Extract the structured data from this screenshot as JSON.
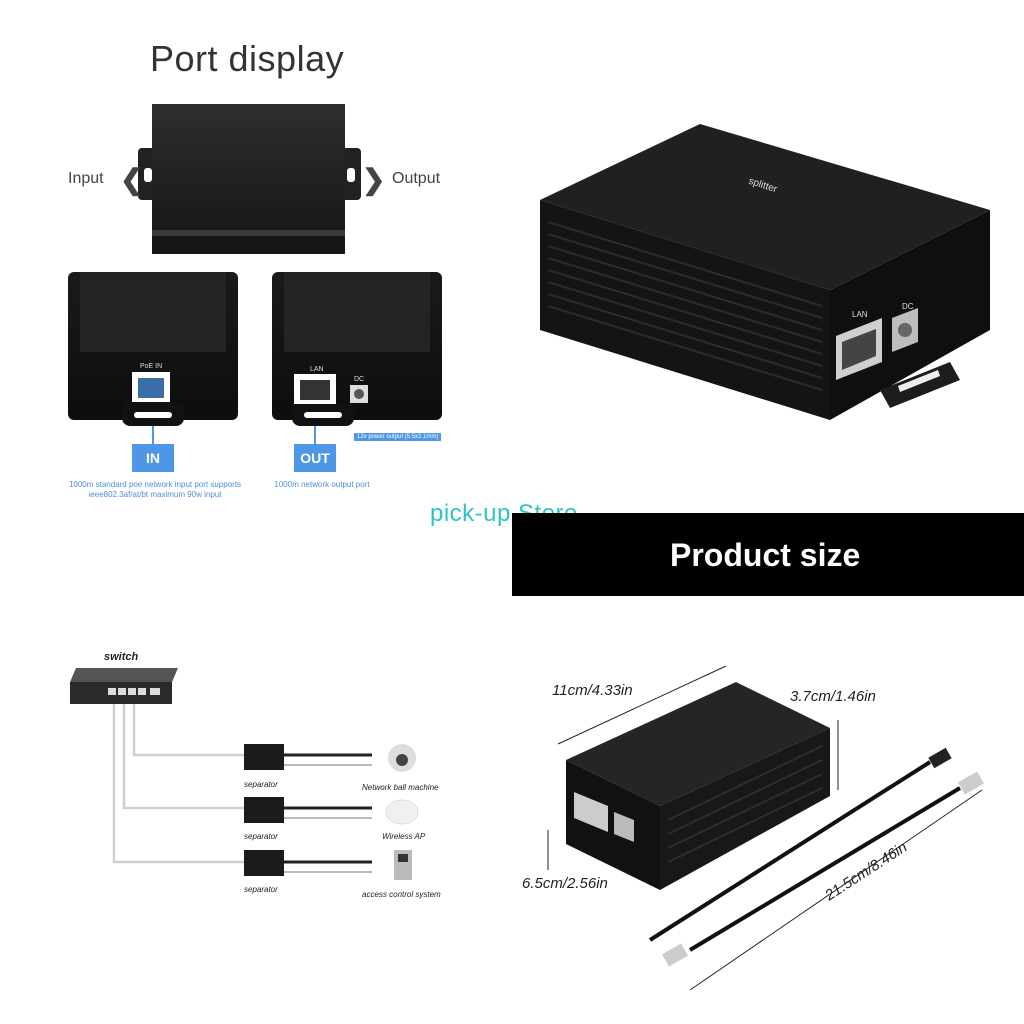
{
  "port_display": {
    "title": "Port display",
    "input_label": "Input",
    "output_label": "Output",
    "in_port_label": "PoE IN",
    "lan_port_label": "LAN",
    "dc_port_label": "DC",
    "in_badge": "IN",
    "out_badge": "OUT",
    "power_tag": "12v power output (5.5x2.1mm)",
    "in_desc_line1": "1000m standard poe network input port supports",
    "in_desc_line2": "ieee802.3af/at/bt maximum 90w input",
    "out_desc": "1000m network output port"
  },
  "hero_product": {
    "brand": "splitter",
    "lan_label": "LAN",
    "dc_label": "DC"
  },
  "store_watermark": "pick-up Store",
  "product_size": {
    "title": "Product size",
    "length": "11cm/4.33in",
    "height": "3.7cm/1.46in",
    "width": "6.5cm/2.56in",
    "cable": "21.5cm/8.46in"
  },
  "diagram": {
    "switch_label": "switch",
    "separator_label": "separator",
    "devices": [
      "Network ball machine",
      "Wireless AP",
      "access control system"
    ]
  },
  "colors": {
    "device_body": "#1b1b1b",
    "accent_blue": "#4f97e6",
    "store_teal": "#2fc4c4"
  }
}
